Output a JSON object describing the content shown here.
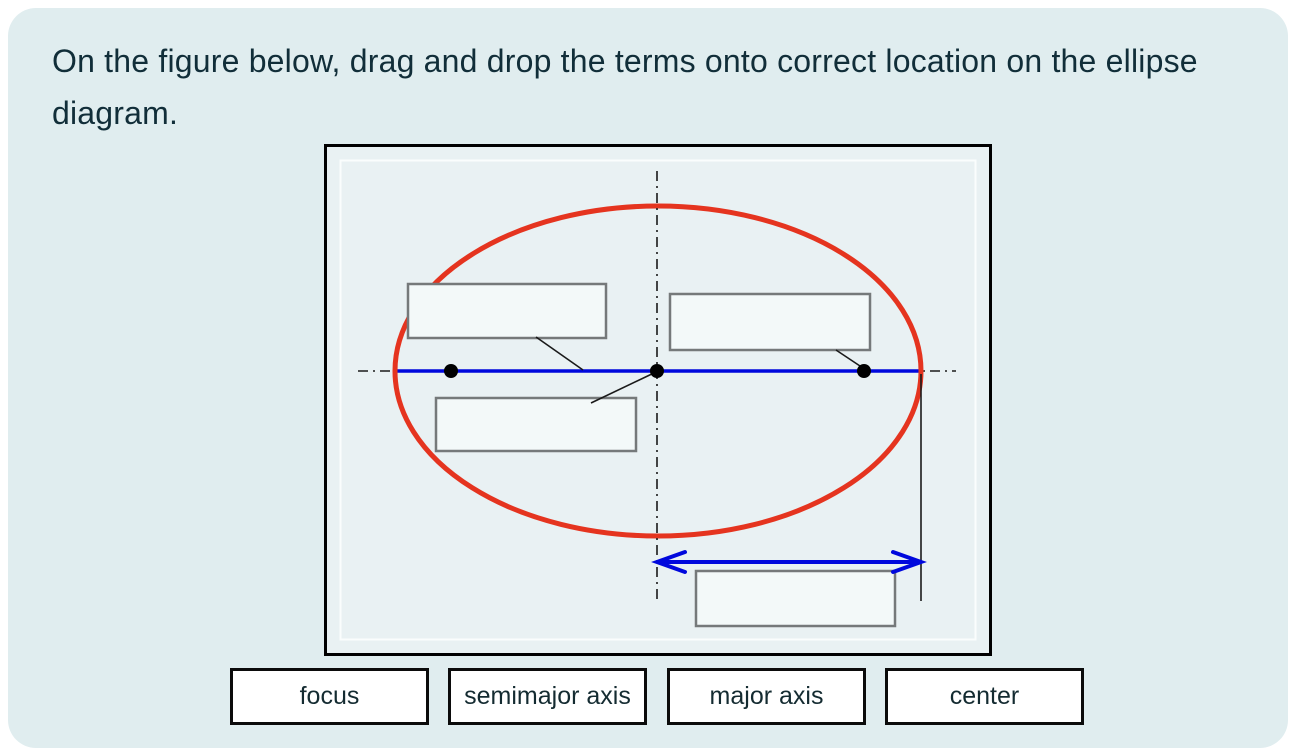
{
  "question": {
    "title_lines": [
      "On the figure below, drag and drop the terms onto correct location on the ellipse",
      "diagram."
    ]
  },
  "card": {
    "background_color": "#e0edef"
  },
  "figure": {
    "type": "ellipse-labeling-diagram",
    "background_color": "#e9f1f3",
    "frame_color": "#000000",
    "ellipse_stroke_color": "#e5341f",
    "major_axis_color": "#0008dd",
    "semimajor_arrow_color": "#0008dd",
    "dot_color": "#000000",
    "dropzone_fill": "#f3f9f9",
    "dropzone_border": "#75797a",
    "dropzones": [
      {
        "id": "dropzone-top-left",
        "points_to": "major-axis-line"
      },
      {
        "id": "dropzone-right",
        "points_to": "right-focus-dot"
      },
      {
        "id": "dropzone-mid-left",
        "points_to": "center-dot"
      },
      {
        "id": "dropzone-bottom",
        "points_to": "semimajor-arrow"
      }
    ]
  },
  "terms": [
    {
      "label": "focus"
    },
    {
      "label": "semimajor axis"
    },
    {
      "label": "major axis"
    },
    {
      "label": "center"
    }
  ]
}
